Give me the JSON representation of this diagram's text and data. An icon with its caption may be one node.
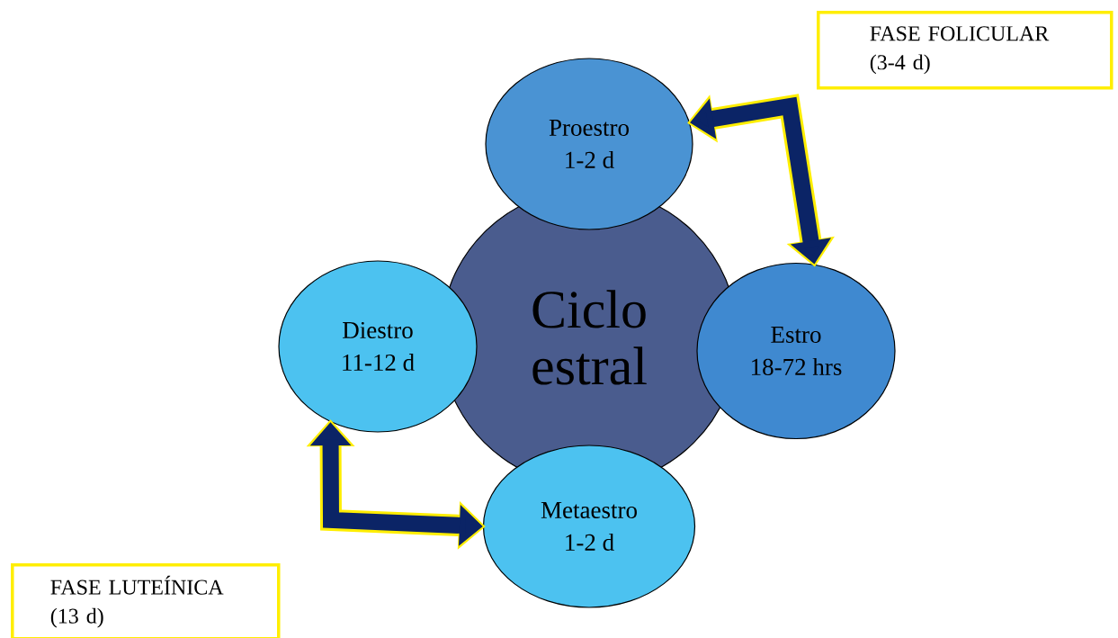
{
  "diagram": {
    "nodes": [
      {
        "text": [
          "Ciclo estral"
        ]
      },
      {
        "text": [
          "Proestro",
          "1-2 d"
        ]
      },
      {
        "text": [
          "Estro",
          "18-72 hrs"
        ]
      },
      {
        "text": [
          "Metaestro",
          "1-2 d"
        ]
      },
      {
        "text": [
          "Diestro",
          "11-12 d"
        ]
      },
      {
        "text": [
          "FASE FOLICULAR (3-4 d)"
        ]
      },
      {
        "text": [
          "FASE LUTEÍNICA (13 d)"
        ]
      }
    ],
    "edges": [
      {
        "from": 1,
        "to": 2,
        "arrow": "both"
      },
      {
        "from": 3,
        "to": 4,
        "arrow": "both"
      }
    ]
  }
}
